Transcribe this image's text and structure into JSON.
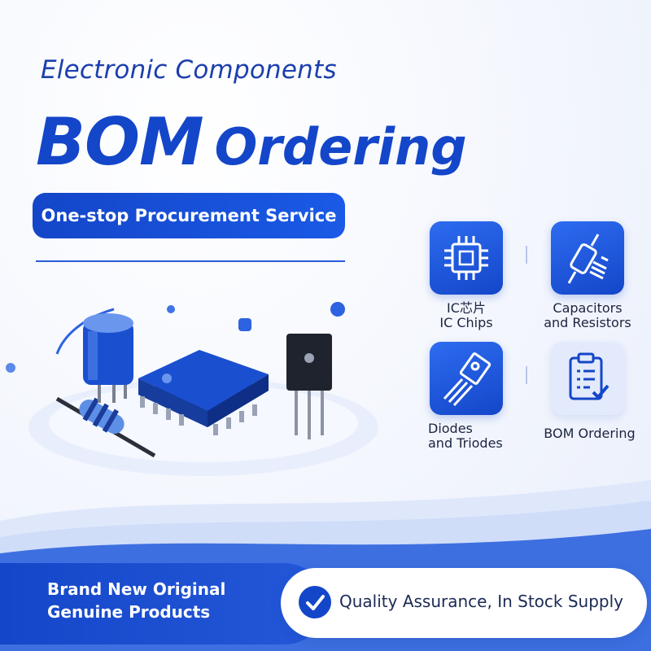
{
  "header": {
    "kicker": "Electronic Components",
    "headline_big": "BOM",
    "headline_rest": "Ordering",
    "pill": "One-stop Procurement Service"
  },
  "categories": [
    {
      "label_line1": "IC芯片",
      "label_line2": "IC Chips",
      "icon": "ic-chip-icon"
    },
    {
      "label_line1": "Capacitors",
      "label_line2": "and Resistors",
      "icon": "resistor-icon"
    },
    {
      "label_line1": "Diodes",
      "label_line2": "and Triodes",
      "icon": "transistor-icon"
    },
    {
      "label_line1": "BOM Ordering",
      "label_line2": "",
      "icon": "clipboard-check-icon"
    }
  ],
  "footer": {
    "left_line1": "Brand New Original",
    "left_line2": "Genuine Products",
    "right_text": "Quality Assurance, In Stock Supply"
  },
  "colors": {
    "brand": "#1446c9",
    "accent": "#2d6cf0",
    "light": "#e3eafb"
  }
}
